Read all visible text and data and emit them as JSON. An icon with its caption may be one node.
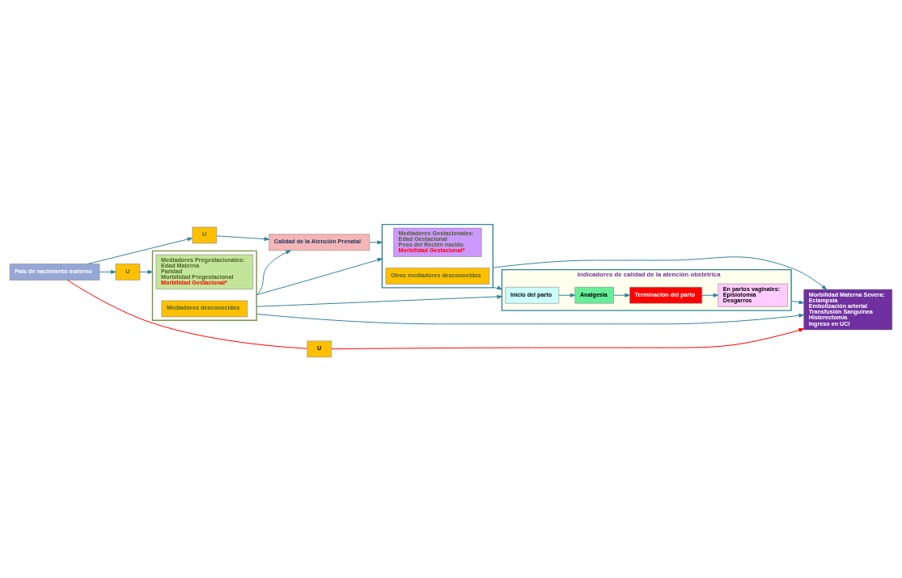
{
  "diagram": {
    "nodes": [
      {
        "text": [
          "País de nacimiento materno"
        ]
      },
      {
        "text": [
          "U"
        ]
      },
      {
        "text": [],
        "shape": "box"
      },
      {
        "text": [
          "Mediadores Pregestacionales:",
          "Edad Materna",
          "Paridad",
          "Morbilidad Pregestacional",
          "Morbilidad Gestacional*"
        ],
        "in": 2
      },
      {
        "text": [
          "Mediadores desconocidos"
        ],
        "in": 2
      },
      {
        "text": [
          "U"
        ]
      },
      {
        "text": [
          "Calidad de la Atención Prenatal"
        ]
      },
      {
        "text": [],
        "shape": "box"
      },
      {
        "text": [
          "Mediadores Gestacionales:",
          "Edad Gestacional",
          "Peso del Recién nacido",
          "Morbilidad Gestacional*"
        ],
        "in": 7
      },
      {
        "text": [
          "Otros mediadores desconocidos"
        ],
        "in": 7
      },
      {
        "text": [
          "Indicadores de calidad de la atención obstétrica"
        ]
      },
      {
        "text": [
          "Inicio del parto"
        ],
        "in": 10
      },
      {
        "text": [
          "Analgesia"
        ],
        "in": 10
      },
      {
        "text": [
          "Terminación del parto"
        ],
        "in": 10
      },
      {
        "text": [
          "En partos vaginales:",
          "Episiotomía",
          "Desgarros"
        ],
        "in": 10
      },
      {
        "text": [
          "U"
        ]
      },
      {
        "text": [
          "Morbilidad Materna Severa:",
          "Eclampsia",
          "Embolización arterial",
          "Transfusión Sanguínea",
          "Histerectomía",
          "Ingreso en UCI"
        ]
      }
    ],
    "edges": [
      {
        "from": 0,
        "to": 1,
        "arrow": "to"
      },
      {
        "from": 1,
        "to": 2,
        "arrow": "to"
      },
      {
        "from": 0,
        "to": 5,
        "arrow": "to"
      },
      {
        "from": 5,
        "to": 6,
        "arrow": "to"
      },
      {
        "from": 2,
        "to": 6,
        "arrow": "to"
      },
      {
        "from": 6,
        "to": 7,
        "arrow": "to"
      },
      {
        "from": 2,
        "to": 7,
        "arrow": "to"
      },
      {
        "from": 2,
        "to": 10,
        "arrow": "to"
      },
      {
        "from": 2,
        "to": 16,
        "arrow": "to"
      },
      {
        "from": 7,
        "to": 10,
        "arrow": "to"
      },
      {
        "from": 11,
        "to": 12,
        "arrow": "to"
      },
      {
        "from": 12,
        "to": 13,
        "arrow": "to"
      },
      {
        "from": 13,
        "to": 14,
        "arrow": "to"
      },
      {
        "from": 10,
        "to": 16,
        "arrow": "to"
      },
      {
        "from": 7,
        "to": 16,
        "arrow": "to"
      },
      {
        "from": 0,
        "to": 15,
        "arrow": "none",
        "color": "#ff0000"
      },
      {
        "from": 15,
        "to": 16,
        "arrow": "to",
        "color": "#ff0000"
      }
    ]
  }
}
